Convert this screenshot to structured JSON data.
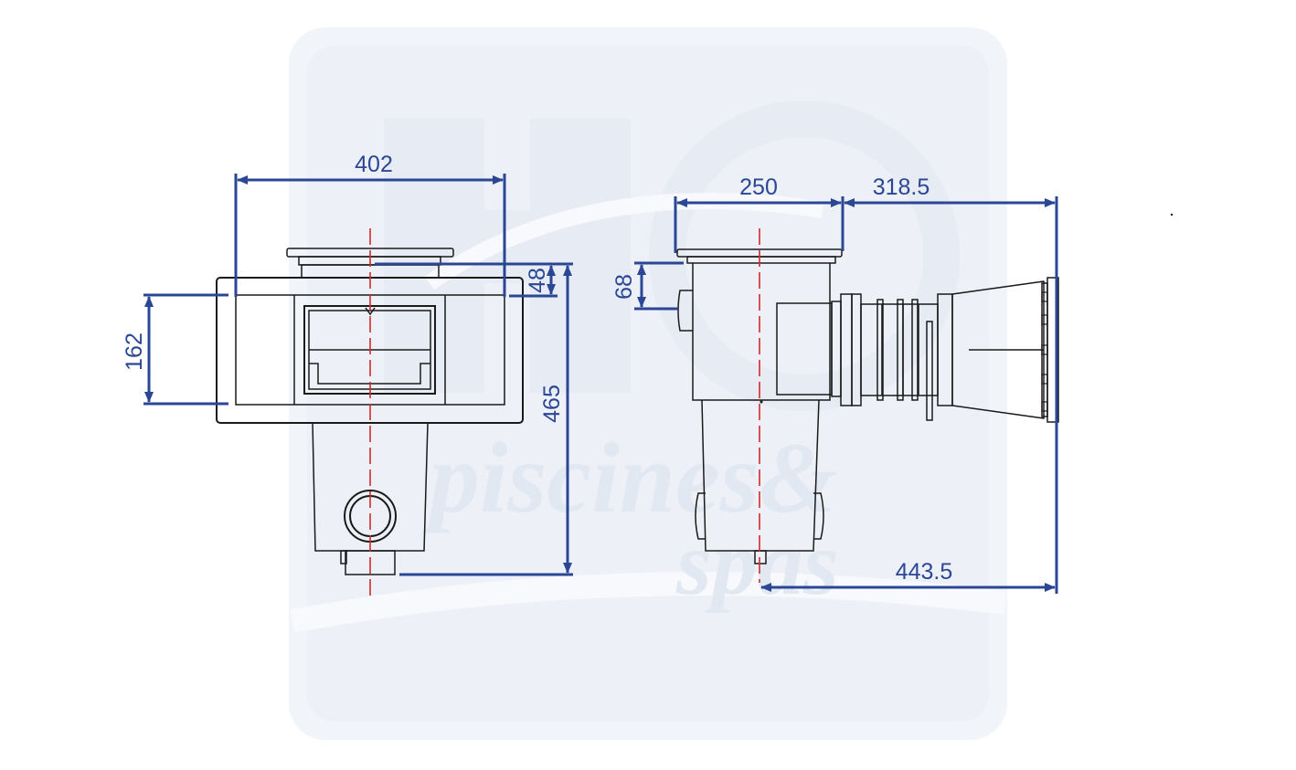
{
  "colors": {
    "dimension": "#2b4694",
    "outline": "#1a1a1a",
    "centerline": "#d42a2a",
    "watermark": "#e9eef6"
  },
  "watermark": {
    "line1": "piscines&",
    "line2": "spas"
  },
  "front_view": {
    "width_label": "402",
    "height_label": "465",
    "opening_height_label": "162",
    "rim_height_label": "48"
  },
  "side_view": {
    "body_width_label": "250",
    "extension_label": "318.5",
    "total_depth_label": "443.5",
    "rim_drop_label": "68"
  }
}
